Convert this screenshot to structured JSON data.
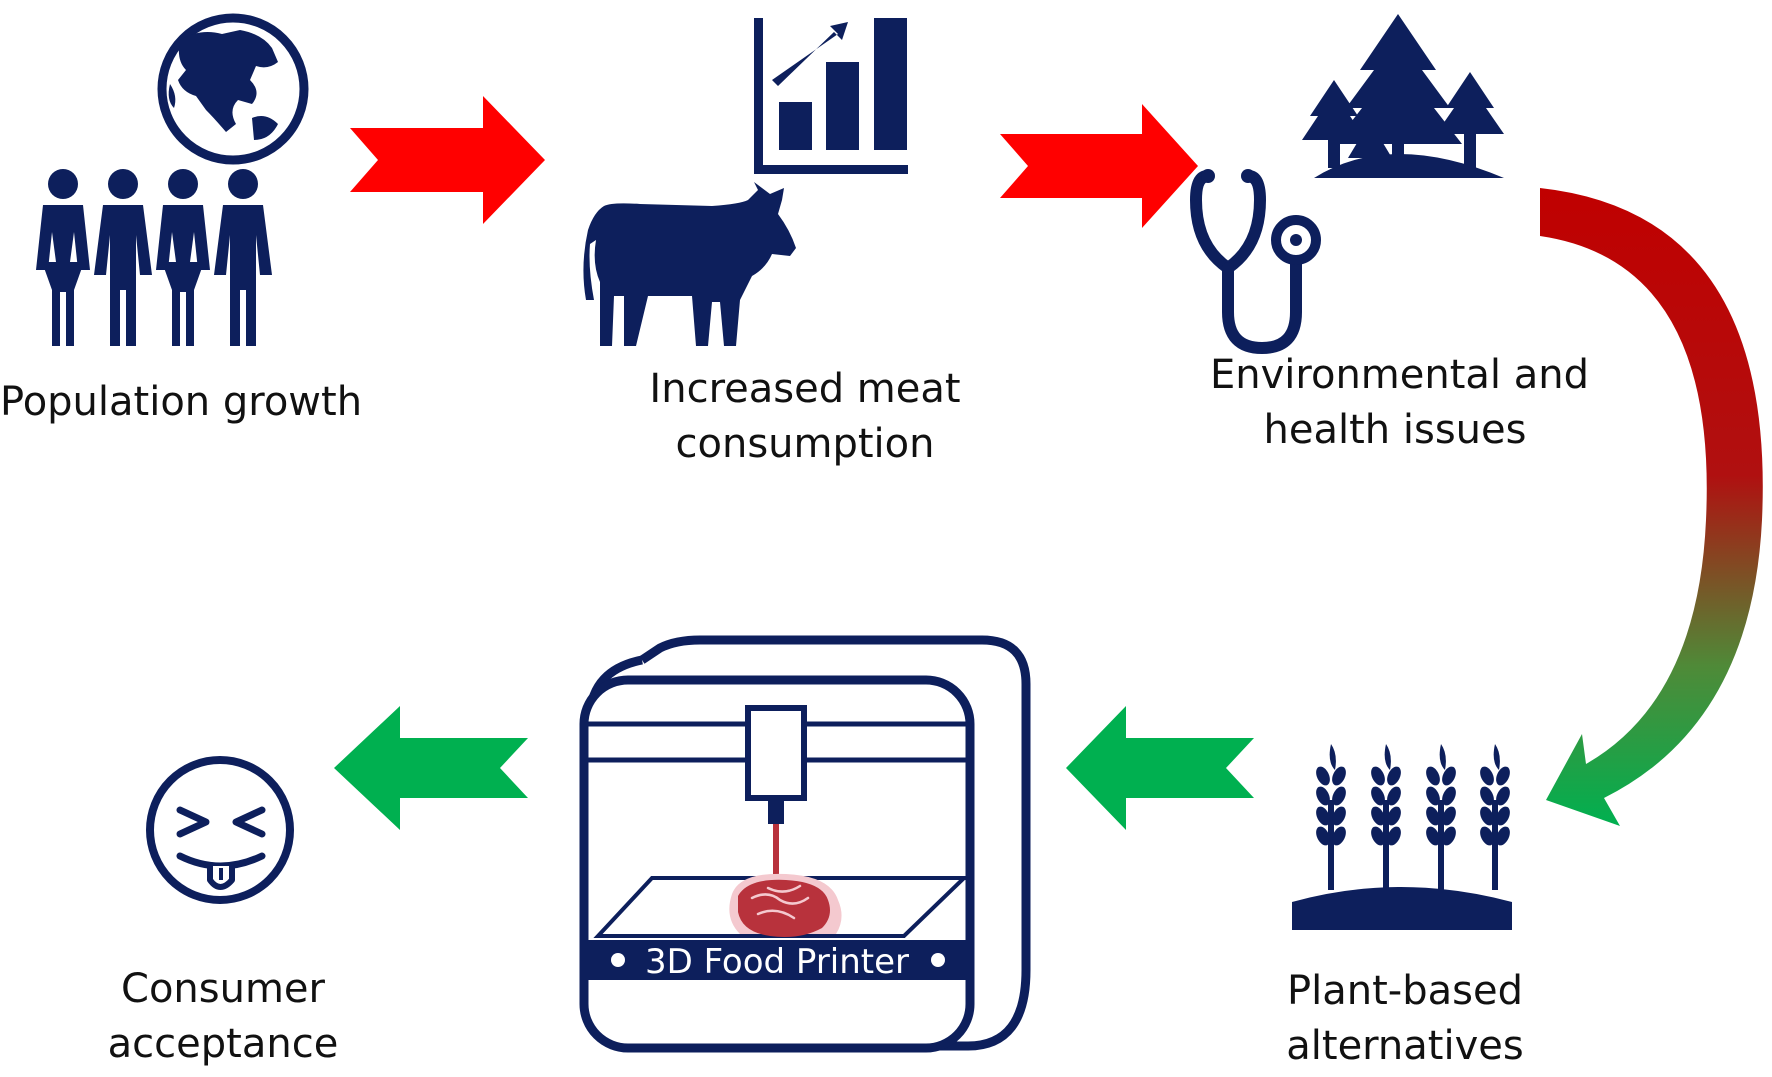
{
  "colors": {
    "icon_navy": "#0d1f5c",
    "arrow_red": "#ff0000",
    "arrow_green": "#00b050",
    "curve_red": "#c00000",
    "curve_green": "#2e8b3a",
    "meat_red": "#b8323c",
    "meat_fat": "#f4c9cf"
  },
  "icons": {
    "population": [
      "globe-icon",
      "people-group-icon"
    ],
    "meat": [
      "bar-chart-growth-icon",
      "cow-icon"
    ],
    "issues": [
      "stethoscope-icon",
      "forest-icon"
    ],
    "plants": [
      "wheat-field-icon"
    ],
    "printer": [
      "3d-printer-icon",
      "meat-steak-icon"
    ],
    "consumer": [
      "tongue-out-emoji-icon"
    ]
  },
  "steps": {
    "population": {
      "line1": "Population growth"
    },
    "meat": {
      "line1": "Increased meat",
      "line2": "consumption"
    },
    "issues": {
      "line1": "Environmental and",
      "line2": "health issues"
    },
    "plants": {
      "line1": "Plant-based",
      "line2": "alternatives"
    },
    "printer": {
      "line1": "3D Food Printer"
    },
    "consumer": {
      "line1": "Consumer",
      "line2": "acceptance"
    }
  }
}
